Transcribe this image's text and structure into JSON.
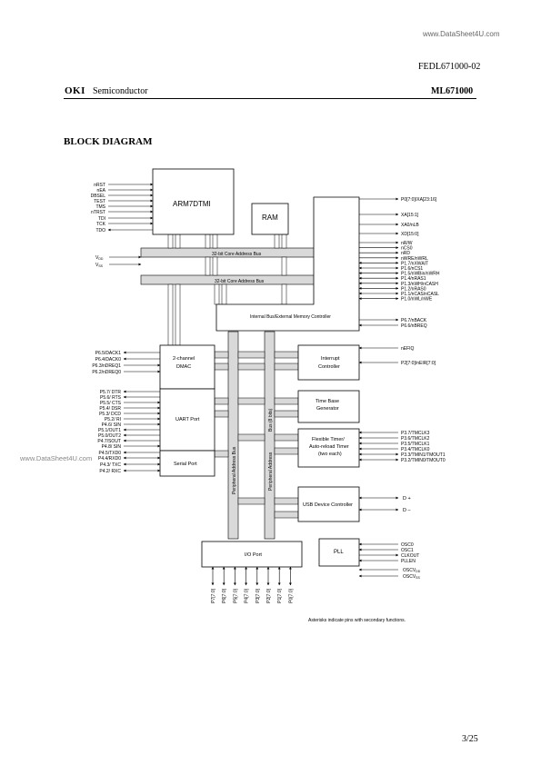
{
  "watermark_top": "www.DataSheet4U.com",
  "doc_id": "FEDL671000-02",
  "brand": "OKI",
  "semiconductor": "Semiconductor",
  "model": "ML671000",
  "section_title": "BLOCK DIAGRAM",
  "page_number": "3/25",
  "watermark_side": "www.DataSheet4U.com",
  "blocks": {
    "arm": "ARM7DTMI",
    "ram": "RAM",
    "ebus": "Internal Bus/External Memory Controller",
    "dmac1": "2-channel",
    "dmac2": "DMAC",
    "irq1": "Interrupt",
    "irq2": "Controller",
    "tbg1": "Time Base",
    "tbg2": "Generator",
    "ft1": "Flexible Timer/",
    "ft2": "Auto-reload Timer",
    "ft3": "(two each)",
    "uart": "UART Port",
    "serial": "Serial Port",
    "usb": "USB Device Controller",
    "pll": "PLL",
    "io": "I/O Port"
  },
  "buses": {
    "core_bus_1": "32-bit Core Address Bus",
    "core_bus_2": "32-bit Core Address Bus",
    "periph_addr_bus": "Peripheral Address Bus",
    "periph_addr": "Peripheral Address",
    "bus_bits": "Bus (8 bits)"
  },
  "jtag_pins": [
    "nRST",
    "nEA",
    "DBSEL",
    "TEST",
    "TMS",
    "nTRST",
    "TDI",
    "TCK",
    "TDO"
  ],
  "power_pins": [
    {
      "main": "V",
      "sub": "DD"
    },
    {
      "main": "V",
      "sub": "SS"
    }
  ],
  "right_top_pins": [
    "P0[7:0]/XA[23:16]",
    "XA[15:1]",
    "XA0/nLB",
    "XD[15:0]"
  ],
  "mem_pins": [
    "nR/W",
    "nCS0",
    "nRD",
    "nWRE/nWRL",
    "P1.7/nXWAIT",
    "P1.6/nCS1",
    "P1.5/nWBin/nWRH",
    "P1.4/nRAS1",
    "P1.3/nWH/nCASH",
    "P1.2/nRAS0",
    "P1.1/nCAS/nCASL",
    "P1.0/nWL/nWE"
  ],
  "bus_req_pins": [
    "P6.7/nBACK",
    "P6.6/nBREQ"
  ],
  "dma_pins": [
    "P6.5/DACK1",
    "P6.4/DACK0",
    "P6.3/nDREQ1",
    "P6.2/nDREQ0"
  ],
  "uart_pins": [
    "P5.7/ DTR",
    "P5.6/ RTS",
    "P5.5/ CTS",
    "P5.4/ DSR",
    "P5.3/ DCD",
    "P5.2/  RI",
    "P4.6/ SIN",
    "P5.1/OUT1",
    "P5.0/OUT2",
    "P4.7/SOUT",
    "P4.8/ SIN"
  ],
  "serial_pins": [
    "P4.5/TXD0",
    "P4.4/RXD0",
    "P4.3/ TXC",
    "P4.2/ RXC"
  ],
  "irq_pins": [
    "nEFIQ",
    "P2[7:0]/nEIR[7:0]"
  ],
  "timer_pins": [
    "P3.7/TMCLK3",
    "P3.6/TMCLK2",
    "P3.5/TMCLK1",
    "P3.4/TMCLK0",
    "P3.3/TMIN1/TMOUT1",
    "P3.2/TMIN0/TMOUT0"
  ],
  "usb_pins": [
    "D +",
    "D –"
  ],
  "pll_pins": [
    "OSC0",
    "OSC1",
    "CLKOUT",
    "PLLEN"
  ],
  "oscv_pins": [
    {
      "main": "OSCV",
      "sub": "DD"
    },
    {
      "main": "OSCV",
      "sub": "SS"
    }
  ],
  "io_pins": [
    "P7[7:0]",
    "P6[7:0]",
    "P5[7:0]",
    "P4[7:0]",
    "P3[7:0]",
    "P2[7:0]",
    "P1[7:0]",
    "P0[7:0]"
  ],
  "note": "Asterisks indicate pins with secondary functions."
}
